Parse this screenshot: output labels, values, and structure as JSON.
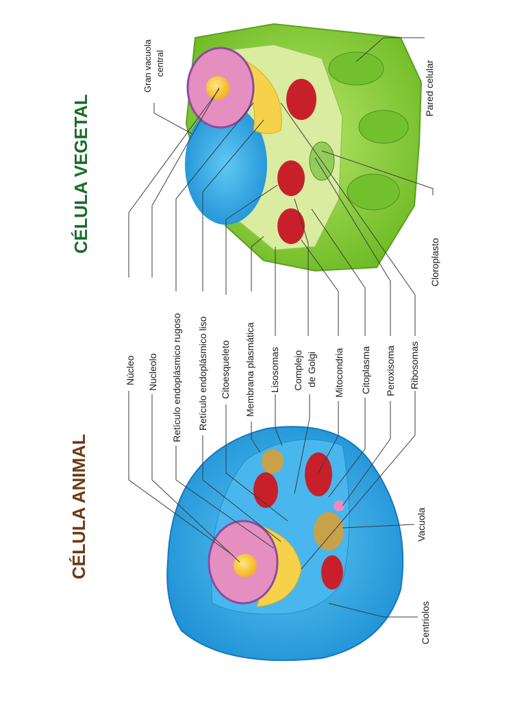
{
  "titles": {
    "animal": "CÉLULA ANIMAL",
    "vegetal": "CÉLULA VEGETAL"
  },
  "shared_labels": {
    "nucleo": "Núcleo",
    "nucleolo": "Nucleolo",
    "rer": "Retículo endoplásmico rugoso",
    "rel": "Retículo endoplásmico liso",
    "citoesqueleto": "Citoesqueleto",
    "membrana": "Membrana plasmática",
    "lisosomas": "Lisosomas",
    "golgi_line1": "Complejo",
    "golgi_line2": "de Golgi",
    "mitocondria": "Mitocondria",
    "citoplasma": "Citoplasma",
    "peroxisoma": "Peroxisoma",
    "ribosomas": "Ribosomas"
  },
  "animal_labels": {
    "vacuola": "Vacuola",
    "centriolos": "Centriolos"
  },
  "vegetal_labels": {
    "gran_vacuola_line1": "Gran vacuola",
    "gran_vacuola_line2": "central",
    "pared": "Pared celular",
    "cloroplasto": "Cloroplasto"
  },
  "colors": {
    "animal_title": "#6b3a17",
    "vegetal_title": "#1c6b2a",
    "cell_blue": "#29a9e8",
    "cell_green": "#8cd23a",
    "nucleus_yellow": "#f5c530",
    "nucleus_pink": "#e58fc0",
    "mitochondria_red": "#c8202a"
  }
}
